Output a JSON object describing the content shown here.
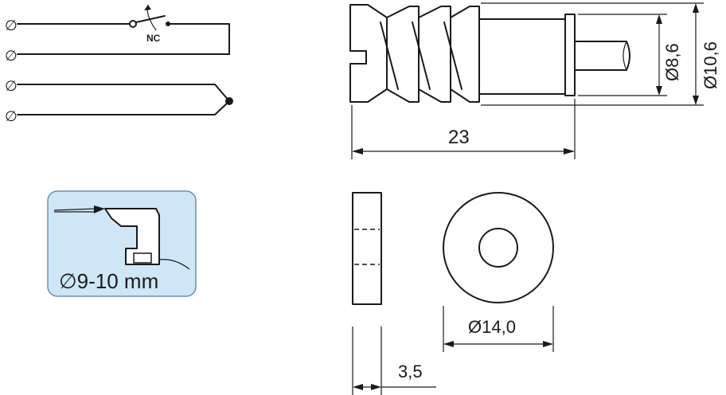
{
  "wiring": {
    "terminal_symbol": "∅",
    "switch_label": "NC"
  },
  "mounting_badge": {
    "hole_label": "∅9-10 mm",
    "background": "#cfe6f7",
    "border": "#6a8fb3"
  },
  "dimensions": {
    "length": "23",
    "inner_diameter": "Ø8,6",
    "outer_diameter": "Ø10,6",
    "washer_diameter": "Ø14,0",
    "washer_thickness": "3,5"
  },
  "colors": {
    "line": "#1a1a1a",
    "background": "#ffffff"
  }
}
